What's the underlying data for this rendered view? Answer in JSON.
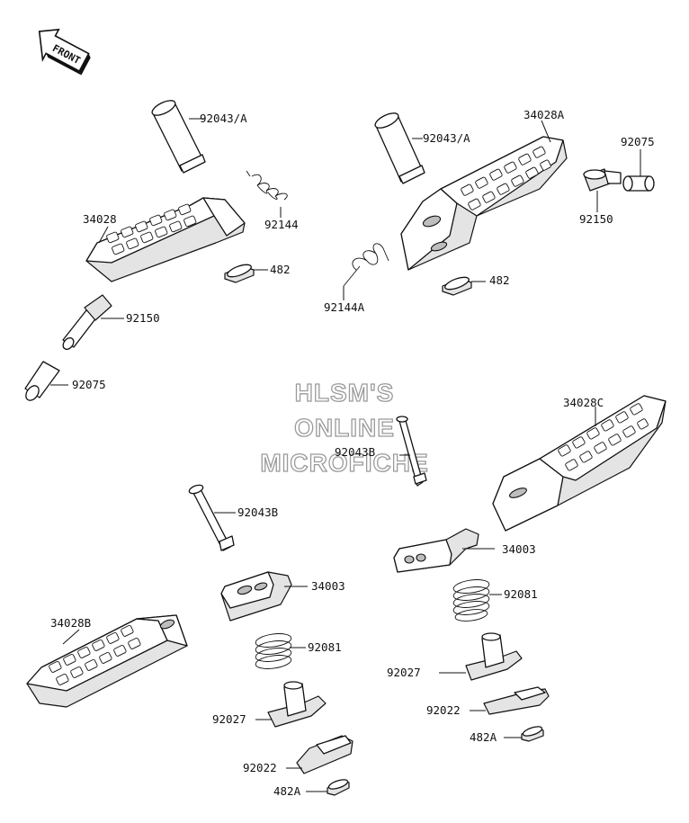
{
  "front_badge": "FRONT",
  "watermark": [
    "HLSM'S",
    "ONLINE",
    "MICROFICHE"
  ],
  "labels": {
    "l_92043A_1": "92043/A",
    "l_92043A_2": "92043/A",
    "l_34028A": "34028A",
    "l_92075_r": "92075",
    "l_92144": "92144",
    "l_34028": "34028",
    "l_92150_r": "92150",
    "l_482_1": "482",
    "l_482_2": "482",
    "l_92144A": "92144A",
    "l_92150_l": "92150",
    "l_92075_l": "92075",
    "l_34028C": "34028C",
    "l_92043B_r": "92043B",
    "l_92043B_l": "92043B",
    "l_34003_r": "34003",
    "l_34003_l": "34003",
    "l_92081_r": "92081",
    "l_92081_l": "92081",
    "l_34028B": "34028B",
    "l_92027_r": "92027",
    "l_92027_l": "92027",
    "l_92022_r": "92022",
    "l_92022_l": "92022",
    "l_482A_r": "482A",
    "l_482A_l": "482A"
  }
}
